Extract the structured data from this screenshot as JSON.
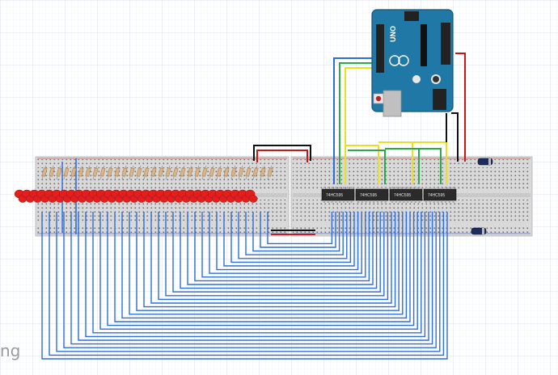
{
  "watermark": "ng",
  "chips": [
    {
      "label": "74HC595"
    },
    {
      "label": "74HC595"
    },
    {
      "label": "74HC595"
    },
    {
      "label": "74HC595"
    }
  ],
  "arduino": {
    "label": "UNO"
  },
  "led_count": 32,
  "resistor_count": 32,
  "colors": {
    "grid": "#dde3ea",
    "board": "#dadada",
    "led": "#e21f1f",
    "wire_blue": "#2d6dd8",
    "wire_yellow": "#e8e020",
    "wire_green": "#2fa84a",
    "wire_red": "#d01818",
    "wire_black": "#111111",
    "chip": "#2b2b2b",
    "arduino": "#1f78a5"
  }
}
